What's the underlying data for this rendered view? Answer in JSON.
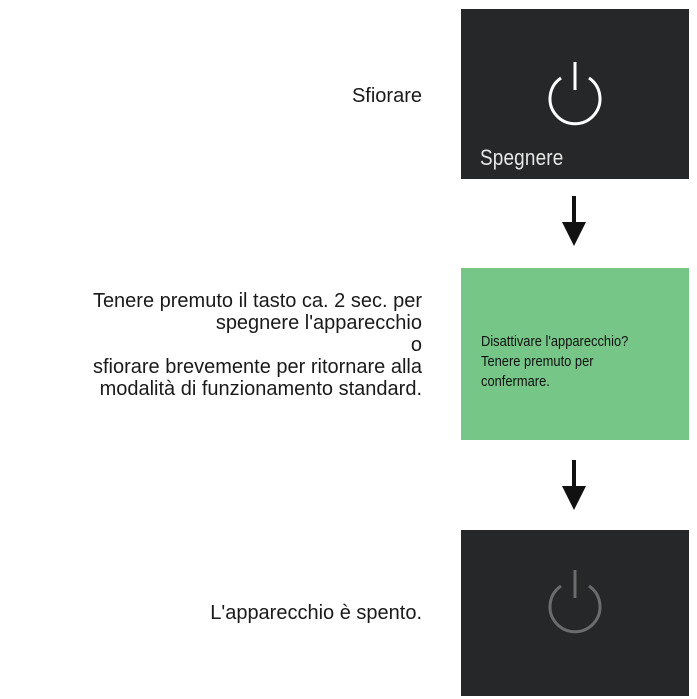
{
  "steps": [
    {
      "instruction_lines": [
        "Sfiorare"
      ],
      "panel": {
        "type": "button",
        "icon": "power-icon",
        "label": "Spegnere",
        "background": "#252728"
      }
    },
    {
      "instruction_lines": [
        "Tenere premuto il tasto ca. 2 sec. per",
        "spegnere l'apparecchio",
        "o",
        "sfiorare brevemente per ritornare alla",
        "modalità di funzionamento standard."
      ],
      "panel": {
        "type": "message",
        "lines": [
          "Disattivare l'apparecchio?",
          "Tenere premuto per",
          "confermare."
        ],
        "background": "#76c688"
      }
    },
    {
      "instruction_lines": [
        "L'apparecchio è spento."
      ],
      "panel": {
        "type": "off-state",
        "icon": "power-icon",
        "icon_state": "dimmed",
        "background": "#252728"
      }
    }
  ],
  "arrows": [
    "arrow-down-icon",
    "arrow-down-icon"
  ],
  "colors": {
    "dark_panel": "#252728",
    "confirm_panel": "#76c688",
    "icon_active": "#ffffff",
    "icon_dimmed": "#6a6c6d"
  }
}
